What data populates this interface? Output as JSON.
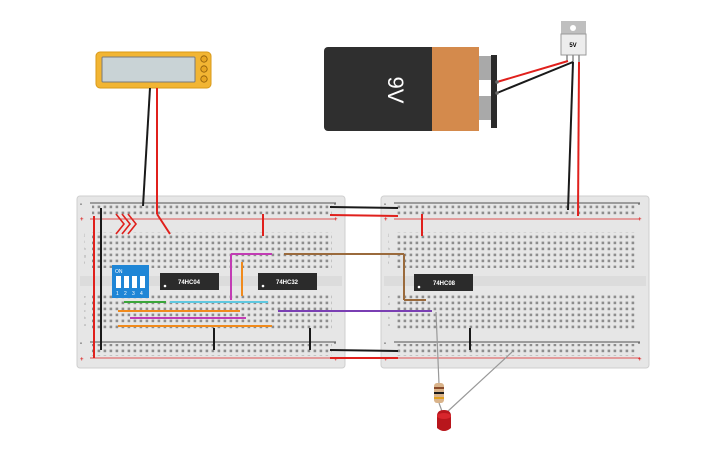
{
  "battery": {
    "label": "9V"
  },
  "regulator": {
    "label": "5V"
  },
  "chips": [
    {
      "id": "u1",
      "label": "74HC04"
    },
    {
      "id": "u2",
      "label": "74HC32"
    },
    {
      "id": "u3",
      "label": "74HC08"
    }
  ],
  "dip_switch": {
    "on_label": "ON",
    "numbers": [
      "1",
      "2",
      "3",
      "4"
    ]
  },
  "breadboard": {
    "rail_plus": "+",
    "rail_minus": "-",
    "row_letters_top": [
      "j",
      "i",
      "h",
      "g",
      "f"
    ],
    "row_letters_bottom": [
      "e",
      "d",
      "c",
      "b",
      "a"
    ]
  },
  "wire_colors": {
    "red": "#e0201c",
    "black": "#1a1a1a",
    "green": "#3aa63a",
    "cyan": "#5fc8e0",
    "orange": "#f08a1c",
    "purple": "#7a3fb3",
    "magenta": "#c23cb4",
    "brown": "#9a6a3c",
    "gray": "#888888"
  }
}
